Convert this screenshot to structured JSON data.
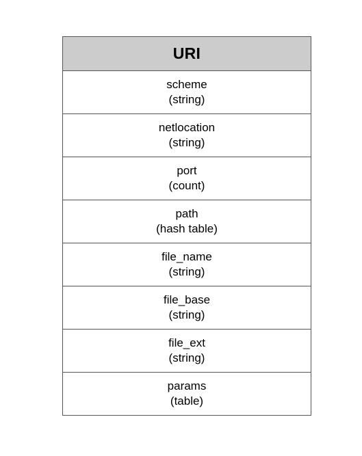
{
  "entity": {
    "title": "URI",
    "fields": [
      {
        "name": "scheme",
        "type": "(string)"
      },
      {
        "name": "netlocation",
        "type": "(string)"
      },
      {
        "name": "port",
        "type": "(count)"
      },
      {
        "name": "path",
        "type": "(hash table)"
      },
      {
        "name": "file_name",
        "type": "(string)"
      },
      {
        "name": "file_base",
        "type": "(string)"
      },
      {
        "name": "file_ext",
        "type": "(string)"
      },
      {
        "name": "params",
        "type": "(table)"
      }
    ]
  },
  "colors": {
    "header_background": "#cccccc",
    "border": "#555555",
    "background": "#ffffff"
  }
}
